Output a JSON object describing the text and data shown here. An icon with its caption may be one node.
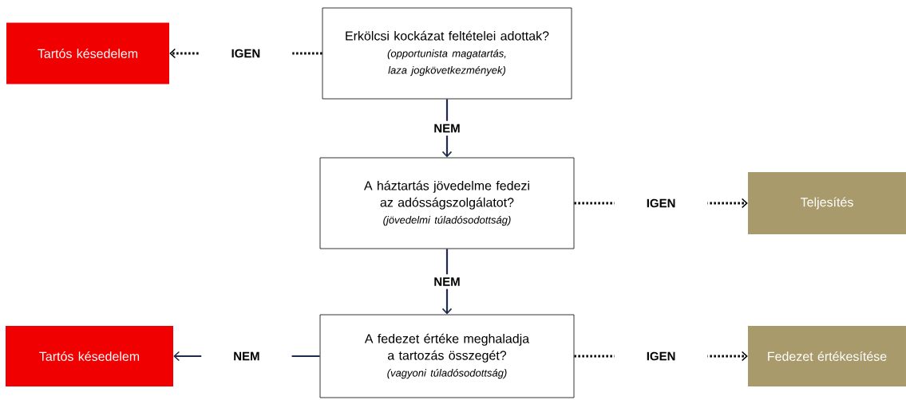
{
  "diagram": {
    "nodes": [
      {
        "text": [
          "Erkölcsi kockázat feltételei adottak?",
          "(opportunista magatartás, laza jogkövetkezmények)"
        ]
      },
      {
        "text": [
          "Tartós késedelem"
        ]
      },
      {
        "text": [
          "A háztartás jövedelme fedezi az adósságszolgálatot?",
          "(jövedelmi túladósodottság)"
        ]
      },
      {
        "text": [
          "Teljesítés"
        ]
      },
      {
        "text": [
          "A fedezet értéke meghaladja a tartozás összegét?",
          "(vagyoni túladósodottság)"
        ]
      },
      {
        "text": [
          "Tartós késedelem"
        ]
      },
      {
        "text": [
          "Fedezet értékesítése"
        ]
      }
    ],
    "edges": [
      {
        "from": 0,
        "to": 1,
        "arrow": "to",
        "label": "IGEN",
        "style": "dashed",
        "color": "#000000"
      },
      {
        "from": 0,
        "to": 2,
        "arrow": "to",
        "label": "NEM",
        "color": "#1f2a4f"
      },
      {
        "from": 2,
        "to": 3,
        "arrow": "to",
        "label": "IGEN",
        "style": "dashed",
        "color": "#000000"
      },
      {
        "from": 2,
        "to": 4,
        "arrow": "to",
        "label": "NEM",
        "color": "#1f2a4f"
      },
      {
        "from": 4,
        "to": 5,
        "arrow": "to",
        "label": "NEM",
        "color": "#1f2a4f"
      },
      {
        "from": 4,
        "to": 6,
        "arrow": "to",
        "label": "IGEN",
        "style": "dashed",
        "color": "#000000"
      }
    ]
  }
}
